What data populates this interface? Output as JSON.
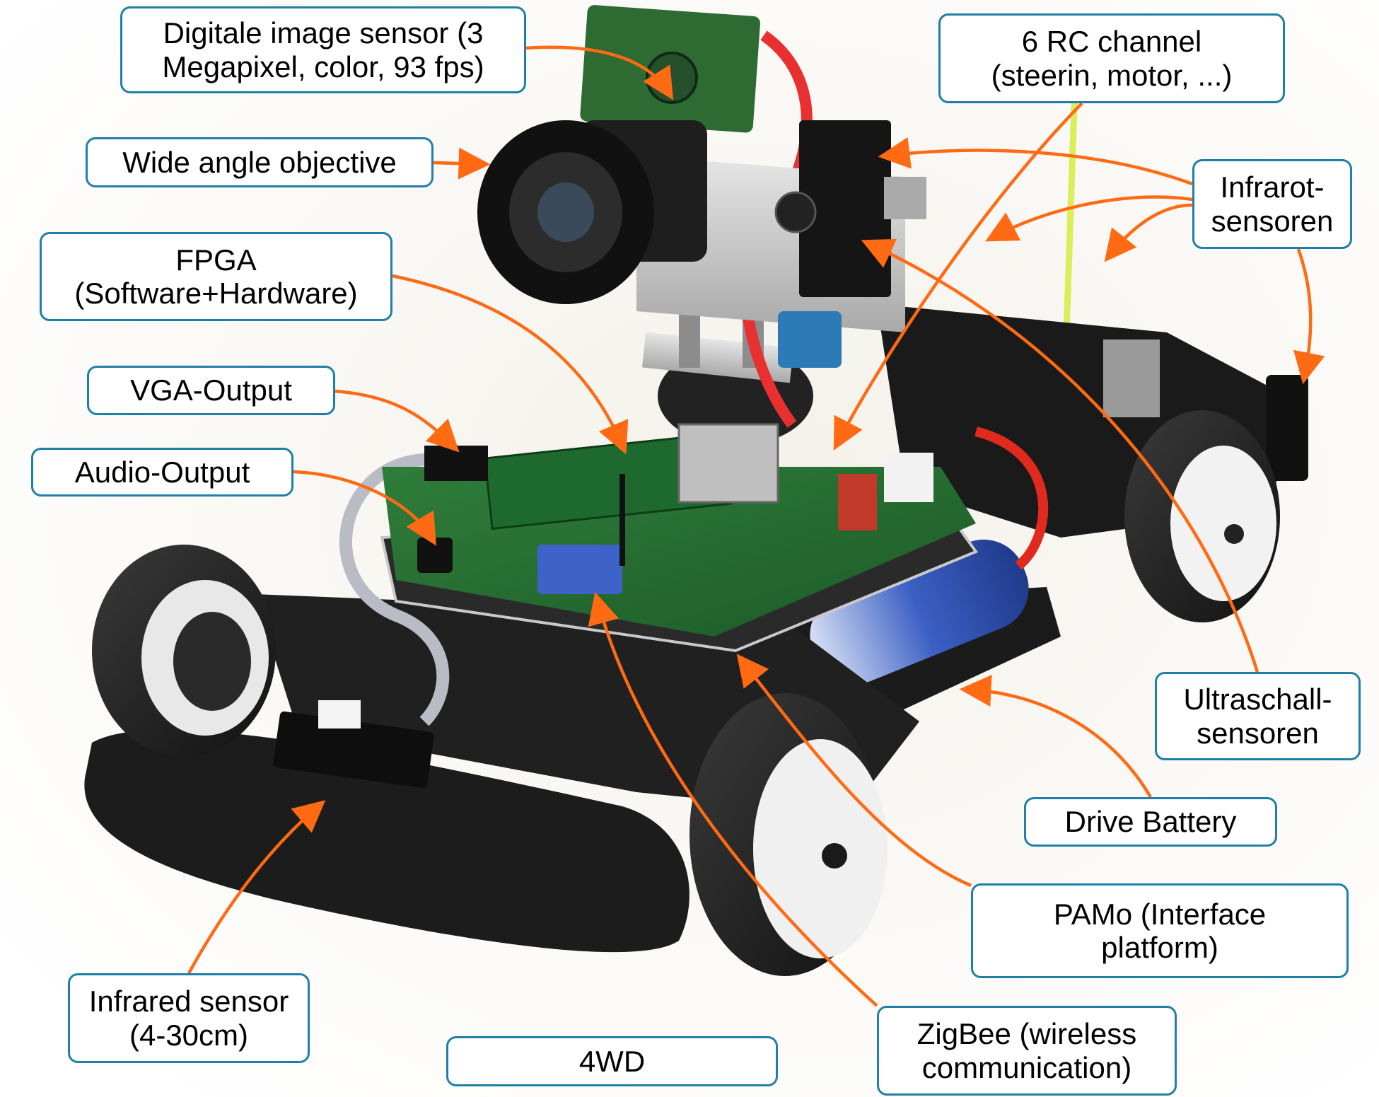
{
  "figure": {
    "subject": "Autonomous model car with labeled components",
    "accent_colors": {
      "callout_border": "#1f7fa8",
      "arrow": "#ff6a13",
      "text": "#000000"
    }
  },
  "callouts": {
    "image_sensor": {
      "lines": [
        "Digitale image sensor (3",
        "Megapixel, color, 93 fps)"
      ]
    },
    "rc_channel": {
      "lines": [
        "6 RC channel",
        "(steerin, motor, ...)"
      ]
    },
    "wide_angle": {
      "lines": [
        "Wide angle objective"
      ]
    },
    "infrarot": {
      "lines": [
        "Infrarot-",
        "sensoren"
      ]
    },
    "fpga": {
      "lines": [
        "FPGA",
        "(Software+Hardware)"
      ]
    },
    "vga": {
      "lines": [
        "VGA-Output"
      ]
    },
    "audio": {
      "lines": [
        "Audio-Output"
      ]
    },
    "ultraschall": {
      "lines": [
        "Ultraschall-",
        "sensoren"
      ]
    },
    "battery": {
      "lines": [
        "Drive Battery"
      ]
    },
    "pamo": {
      "lines": [
        "PAMo (Interface",
        "platform)"
      ]
    },
    "infrared_front": {
      "lines": [
        "Infrared sensor",
        "(4-30cm)"
      ]
    },
    "fourwd": {
      "lines": [
        "4WD"
      ]
    },
    "zigbee": {
      "lines": [
        "ZigBee (wireless",
        "communication)"
      ]
    }
  }
}
